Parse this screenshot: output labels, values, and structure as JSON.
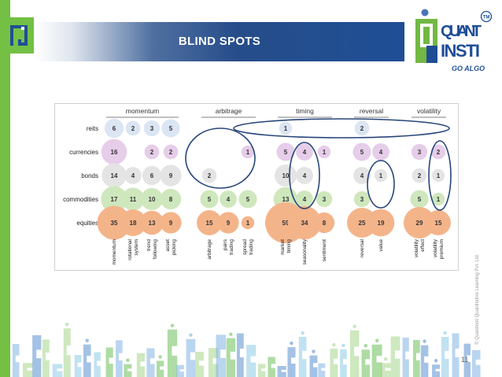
{
  "slide": {
    "title": "BLIND SPOTS",
    "page_number": "11",
    "copyright": "© Quantinsti Quantitative Learning Pvt. Ltd.",
    "brand_line1": "QUANT",
    "brand_line2": "INSTI",
    "brand_tagline": "GO ALGO",
    "brand_tm": "TM",
    "colors": {
      "left_bar": "#73c045",
      "title_bar": "#1f4e96",
      "logo_blue": "#1f4e96",
      "logo_green": "#72b843",
      "ellipse": "#27467a"
    }
  },
  "chart_data": {
    "type": "bubble-matrix",
    "groups": [
      {
        "name": "momentum",
        "categories": [
          "momentum",
          "rotational system",
          "trend following",
          "asset picking"
        ]
      },
      {
        "name": "arbitrage",
        "categories": [
          "arbitrage",
          "pairs trading",
          "spread trading"
        ]
      },
      {
        "name": "timing",
        "categories": [
          "market timing",
          "seasonality",
          "sentiment"
        ]
      },
      {
        "name": "reversal",
        "categories": [
          "reversal",
          "value"
        ]
      },
      {
        "name": "volatility",
        "categories": [
          "volatility effect",
          "volatility premium"
        ]
      }
    ],
    "rows": [
      "reits",
      "currencies",
      "bonds",
      "commodities",
      "equities"
    ],
    "row_colors": {
      "reits": "#dbe5f3",
      "currencies": "#e6cde9",
      "bonds": "#e4e4e4",
      "commodities": "#cfe7bd",
      "equities": "#f4b48a"
    },
    "values": {
      "reits": [
        6,
        2,
        3,
        5,
        null,
        null,
        null,
        1,
        null,
        null,
        2,
        null,
        null,
        null
      ],
      "currencies": [
        16,
        null,
        2,
        2,
        null,
        null,
        1,
        5,
        4,
        1,
        5,
        4,
        3,
        2
      ],
      "bonds": [
        14,
        4,
        6,
        9,
        2,
        null,
        null,
        10,
        4,
        null,
        4,
        1,
        2,
        1
      ],
      "commodities": [
        17,
        11,
        10,
        8,
        5,
        4,
        5,
        13,
        4,
        3,
        3,
        null,
        5,
        1
      ],
      "equities": [
        35,
        18,
        13,
        9,
        15,
        9,
        1,
        59,
        34,
        8,
        25,
        19,
        29,
        15
      ]
    },
    "annotations": "Ellipses mark blind spots: arbitrage for currencies/bonds, reits across timing–reversal, seasonality for currencies–commodities, value for bonds–commodities, volatility premium for currencies–commodities"
  }
}
